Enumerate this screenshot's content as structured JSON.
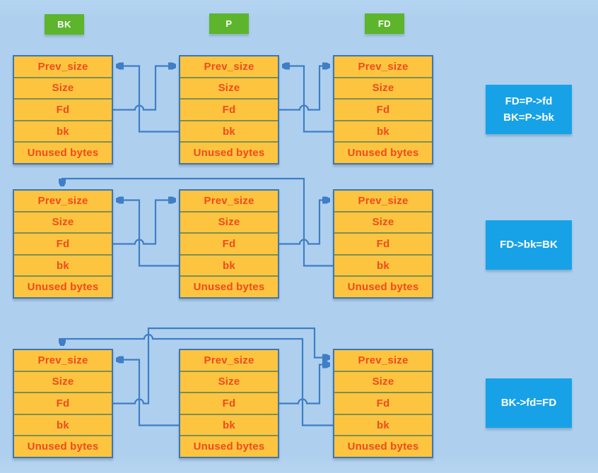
{
  "diagram": {
    "column_labels": [
      {
        "id": "bk",
        "text": "BK"
      },
      {
        "id": "p",
        "text": "P"
      },
      {
        "id": "fd",
        "text": "FD"
      }
    ],
    "chunk_fields": [
      "Prev_size",
      "Size",
      "Fd",
      "bk",
      "Unused bytes"
    ],
    "rows": [
      {
        "name": "step-1",
        "equation_lines": [
          "FD=P->fd",
          "BK=P->bk"
        ]
      },
      {
        "name": "step-2",
        "equation_lines": [
          "FD->bk=BK"
        ]
      },
      {
        "name": "step-3",
        "equation_lines": [
          "BK->fd=FD"
        ]
      }
    ],
    "colors": {
      "background": "#aed0ee",
      "chunk_fill": "#fdc53f",
      "chunk_border": "#4076ae",
      "cell_divider": "#7d8f55",
      "field_text": "#f1491d",
      "label_fill": "#5cb52d",
      "label_text": "#ffffff",
      "arrow": "#3f7ec6",
      "equation_fill": "#17a2e7",
      "equation_text": "#ffffff"
    }
  }
}
